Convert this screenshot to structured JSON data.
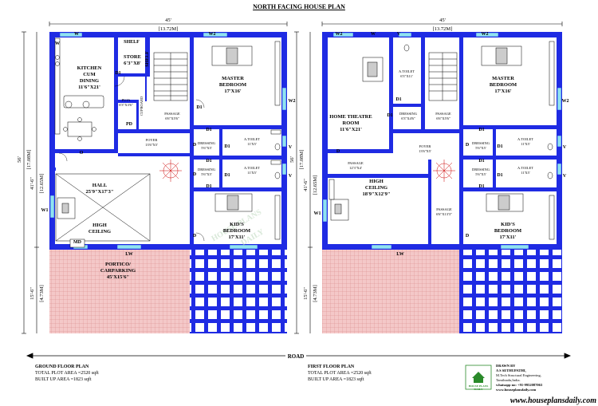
{
  "title": "NORTH FACING HOUSE PLAN",
  "colors": {
    "wall": "#1f2be3",
    "window": "#8fe3ef",
    "portico": "#f4c8c8",
    "grid": "#d88888"
  },
  "dimensions": {
    "width_ft": "45'",
    "width_m": "[13.72M]",
    "depth_ft": "56'",
    "depth_m": "[17.08M]",
    "inner_ft": "41'-6\"",
    "inner_m": "[12.65M]",
    "front_ft": "15'-6\"",
    "front_m": "[4.73M]"
  },
  "ground": {
    "rooms": {
      "kitchen": {
        "name1": "KITCHEN",
        "name2": "CUM",
        "name3": "DINING",
        "size": "11'6\"X21'"
      },
      "store": {
        "name": "STORE",
        "size": "6'3\"X8'"
      },
      "shelf1": "SHELF",
      "shelf2": "SHELF",
      "puja": {
        "name": "PUJA",
        "size": "6'3\"X3'6\""
      },
      "cupboard": "CUPBOARD",
      "passage": {
        "name": "PASSAGE",
        "size": "6'6\"X5'6\""
      },
      "foyer": {
        "name": "FOYER",
        "size": "13'6\"X5'"
      },
      "master": {
        "name1": "MASTER",
        "name2": "BEDROOM",
        "size": "17'X16'"
      },
      "dressing1": {
        "name": "DRESSING",
        "size": "5'6\"X5'"
      },
      "toilet1": {
        "name": "A.TOILET",
        "size": "11'X5'"
      },
      "dressing2": {
        "name": "DRESSING",
        "size": "5'6\"X5'"
      },
      "toilet2": {
        "name": "A.TOILET",
        "size": "11'X5'"
      },
      "hall": {
        "name": "HALL",
        "size": "25'9\"X17'3\"",
        "ceil1": "HIGH",
        "ceil2": "CEILING"
      },
      "kids": {
        "name1": "KID'S",
        "name2": "BEDROOM",
        "size": "17'X11'"
      },
      "portico": {
        "name1": "PORTICO/",
        "name2": "CARPARKING",
        "size": "45'X15'6\""
      }
    },
    "doors": {
      "d1a": "D1",
      "d1b": "D1",
      "d1c": "D1",
      "d1d": "D1",
      "d1e": "D1",
      "d1f": "D1",
      "d1g": "D1",
      "pd": "PD",
      "o": "O",
      "d_a": "D",
      "d_b": "D",
      "d_c": "D",
      "md": "MD",
      "lw": "LW"
    },
    "windows": {
      "w_a": "W",
      "w_b": "W",
      "w2_a": "W2",
      "w2_b": "W2",
      "w1": "W1",
      "v_a": "V",
      "v_b": "V"
    },
    "footer": {
      "title": "GROUND FLOOR PLAN",
      "area1": "TOTAL PLOT AREA =2520 sqft",
      "area2": "BUILT UP AREA =1823 sqft"
    }
  },
  "first": {
    "rooms": {
      "toilet": {
        "name": "A.TOILET",
        "size": "6'3\"X11'"
      },
      "dressing0": {
        "name": "DRESSING",
        "size": "6'3\"X4'6\""
      },
      "theatre": {
        "name1": "HOME THEATRE",
        "name2": "ROOM",
        "size": "11'6\"X21'"
      },
      "passage1": {
        "name": "PASSAGE",
        "size": "6'6\"X5'6\""
      },
      "master": {
        "name1": "MASTER",
        "name2": "BEDROOM",
        "size": "17'X16'"
      },
      "foyer": {
        "name": "FOYER",
        "size": "13'6\"X5'"
      },
      "dressing1": {
        "name": "DRESSING",
        "size": "5'6\"X5'"
      },
      "toilet1": {
        "name": "A.TOILET",
        "size": "11'X5'"
      },
      "passage2": {
        "name": "PASSAGE",
        "size": "12'3\"X4'"
      },
      "dressing2": {
        "name": "DRESSING",
        "size": "5'6\"X5'"
      },
      "toilet2": {
        "name": "A.TOILET",
        "size": "11'X5'"
      },
      "high": {
        "name1": "HIGH",
        "name2": "CEILING",
        "size": "18'9\"X12'9\""
      },
      "passage3": {
        "name": "PASSAGE",
        "size": "6'6\"X13'3\""
      },
      "kids": {
        "name1": "KID'S",
        "name2": "BEDROOM",
        "size": "17'X11'"
      }
    },
    "doors": {
      "d1a": "D1",
      "d1b": "D1",
      "d1c": "D1",
      "d1d": "D1",
      "d1e": "D1",
      "d1f": "D1",
      "d1g": "D1",
      "d_a": "D",
      "d_b": "D",
      "d_c": "D",
      "lw": "LW"
    },
    "windows": {
      "w2_a": "W2",
      "w2_b": "W2",
      "w2_c": "W2",
      "v_a": "V",
      "v_b": "V",
      "v_c": "V",
      "w_a": "W",
      "w1": "W1"
    },
    "footer": {
      "title": "FIRST FLOOR PLAN",
      "area1": "TOTAL PLOT AREA =2520 sqft",
      "area2": "BUILT UP AREA =1823 sqft"
    }
  },
  "road": "ROAD",
  "credits": {
    "l1": "DRAWN BY",
    "l2": "A S SETHUPATHI,",
    "l3": "M.Tech Structural Engineering,",
    "l4": "Tamilnadu,India.",
    "l5": "whatsapp no: +91-9952087063",
    "l6": "www.houseplansdaily.com"
  },
  "logo": {
    "line1": "HOUSE PLANS",
    "line2": "DAILY"
  },
  "watermark": {
    "line1": "HOUSE PLANS",
    "line2": "DAILY"
  },
  "url": "www.houseplansdaily.com"
}
